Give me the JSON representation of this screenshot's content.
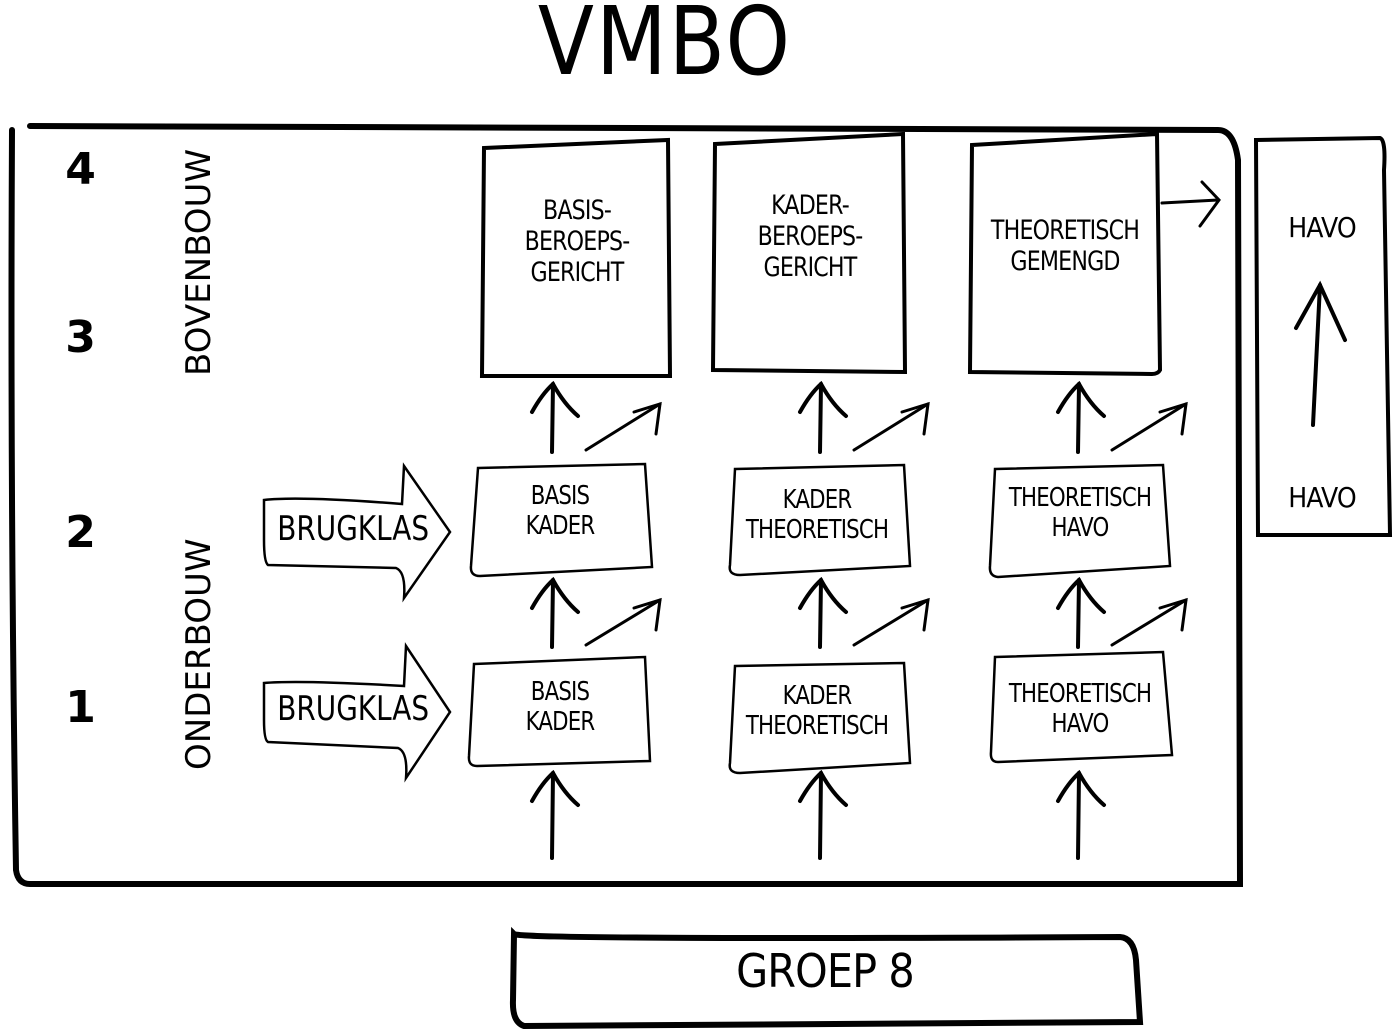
{
  "title": "VMBO",
  "years": [
    "4",
    "3",
    "2",
    "1"
  ],
  "phases": {
    "upper": "BOVENBOUW",
    "lower": "ONDERBOUW"
  },
  "bridge_class": {
    "year2": "BRUGKLAS",
    "year1": "BRUGKLAS"
  },
  "upper_tracks": [
    {
      "label": "BASIS-\nBEROEPS-\nGERICHT"
    },
    {
      "label": "KADER-\nBEROEPS-\nGERICHT"
    },
    {
      "label": "THEORETISCH\nGEMENGD"
    }
  ],
  "year2_tracks": [
    {
      "label": "BASIS\nKADER"
    },
    {
      "label": "KADER\nTHEORETISCH"
    },
    {
      "label": "THEORETISCH\nHAVO"
    }
  ],
  "year1_tracks": [
    {
      "label": "BASIS\nKADER"
    },
    {
      "label": "KADER\nTHEORETISCH"
    },
    {
      "label": "THEORETISCH\nHAVO"
    }
  ],
  "havo_column": {
    "top": "HAVO",
    "bottom": "HAVO"
  },
  "entry": "GROEP 8"
}
